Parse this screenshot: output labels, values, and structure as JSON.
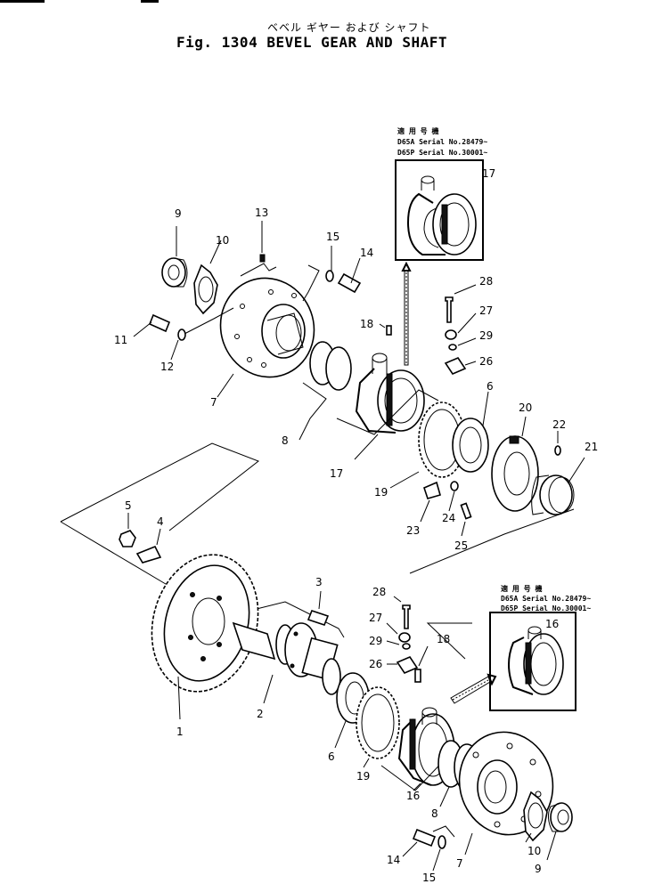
{
  "header": {
    "japanese_title": "ベベル ギヤー および シャフト",
    "figure_title": "Fig. 1304   BEVEL GEAR AND SHAFT"
  },
  "insets": {
    "top": {
      "line1": "適 用 号 機",
      "line2": "D65A    Serial No.28479~",
      "line3": "D65P    Serial No.30001~"
    },
    "bottom": {
      "line1": "適 用 号 機",
      "line2": "D65A    Serial No.28479~",
      "line3": "D65P    Serial No.30001~"
    }
  },
  "callouts": {
    "c9a": "9",
    "c10a": "10",
    "c13": "13",
    "c15a": "15",
    "c14a": "14",
    "c11": "11",
    "c12": "12",
    "c7a": "7",
    "c8a": "8",
    "c17a": "17",
    "c17b": "17",
    "c18a": "18",
    "c28a": "28",
    "c27a": "27",
    "c29a": "29",
    "c26a": "26",
    "c6a": "6",
    "c20": "20",
    "c22": "22",
    "c21": "21",
    "c19a": "19",
    "c23": "23",
    "c24": "24",
    "c25": "25",
    "c5": "5",
    "c4": "4",
    "c3": "3",
    "c1": "1",
    "c2": "2",
    "c28b": "28",
    "c27b": "27",
    "c29b": "29",
    "c26b": "26",
    "c18b": "18",
    "c16a": "16",
    "c16b": "16",
    "c6b": "6",
    "c19b": "19",
    "c8b": "8",
    "c7b": "7",
    "c10b": "10",
    "c9b": "9",
    "c14b": "14",
    "c15b": "15"
  }
}
